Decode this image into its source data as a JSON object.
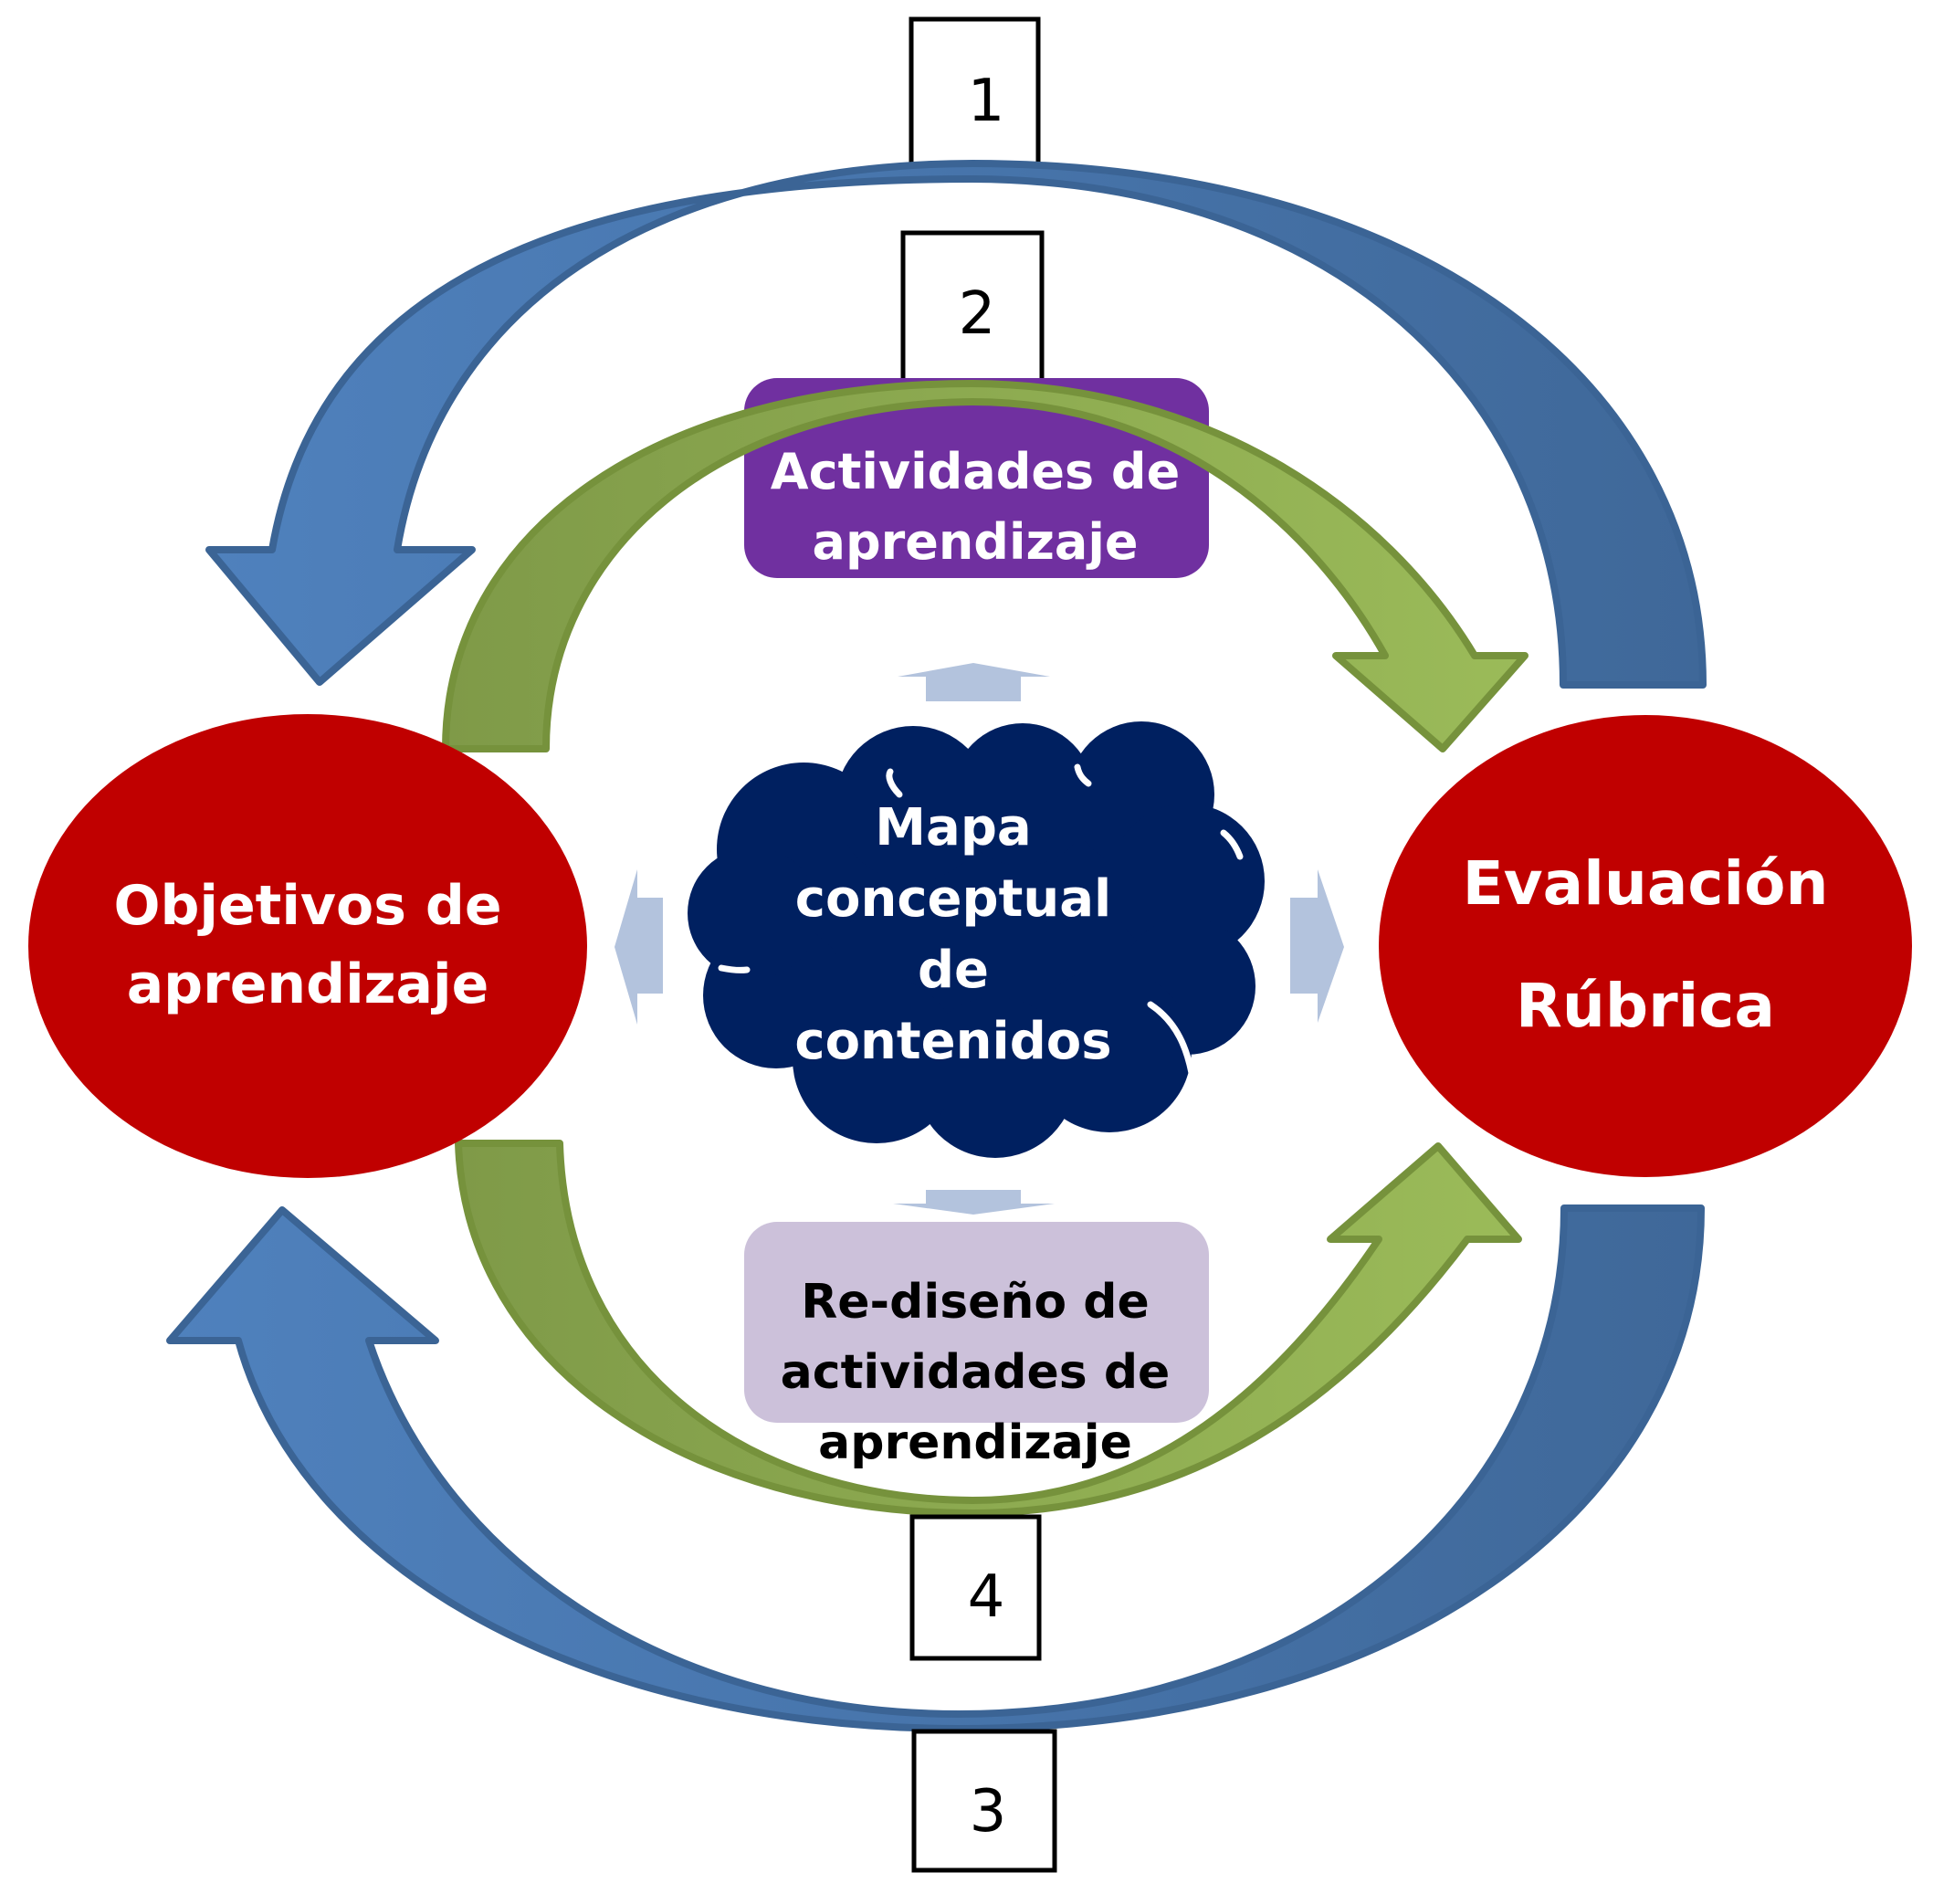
{
  "diagram": {
    "nodes": {
      "objectives": {
        "lines": [
          "Objetivos de",
          "aprendizaje"
        ],
        "color": "#C00000",
        "text_color": "#FFFFFF"
      },
      "evaluation": {
        "lines": [
          "Evaluación",
          "Rúbrica"
        ],
        "color": "#C00000",
        "text_color": "#FFFFFF"
      },
      "activities": {
        "lines": [
          "Actividades de",
          "aprendizaje"
        ],
        "color": "#7030A0",
        "text_color": "#FFFFFF"
      },
      "redesign": {
        "lines": [
          "Re-diseño de",
          "actividades de",
          "aprendizaje"
        ],
        "color": "#CCC1DA",
        "text_color": "#000000"
      },
      "concept_map": {
        "lines": [
          "Mapa",
          "conceptual",
          "de",
          "contenidos"
        ],
        "color": "#002060",
        "text_color": "#FFFFFF"
      }
    },
    "step_labels": [
      "1",
      "2",
      "3",
      "4"
    ],
    "arrows": {
      "blue_outer": {
        "fill": "#4F81BD",
        "stroke": "#3B6495"
      },
      "green_inner": {
        "fill": "#9BBB59",
        "stroke": "#76923C"
      },
      "connector": {
        "fill": "#B3C3DD"
      }
    },
    "flows": [
      {
        "step": "1",
        "from": "Evaluación Rúbrica",
        "to": "Objetivos de aprendizaje",
        "color": "blue"
      },
      {
        "step": "2",
        "from": "Objetivos de aprendizaje",
        "to": "Evaluación Rúbrica",
        "color": "green"
      },
      {
        "step": "3",
        "from": "Evaluación Rúbrica",
        "to": "Objetivos de aprendizaje",
        "color": "blue"
      },
      {
        "step": "4",
        "from": "Objetivos de aprendizaje",
        "to": "Evaluación Rúbrica",
        "color": "green"
      }
    ]
  }
}
